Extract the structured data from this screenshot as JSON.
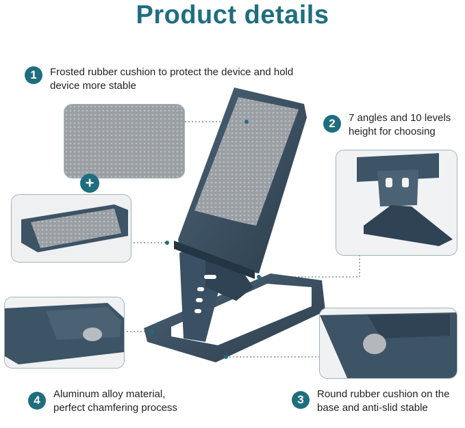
{
  "title": "Product details",
  "features": [
    {
      "number": "1",
      "text": "Frosted rubber cushion to protect the device and hold device more stable"
    },
    {
      "number": "2",
      "text": "7 angles and 10 levels height for choosing"
    },
    {
      "number": "3",
      "text": "Round rubber cushion on the base and anti-slid stable"
    },
    {
      "number": "4",
      "text": "Aluminum alloy material, perfect chamfering process"
    }
  ],
  "plus_symbol": "+",
  "colors": {
    "accent": "#1f6e7f",
    "metal": "#3d5366",
    "rubber": "#8c9196"
  }
}
